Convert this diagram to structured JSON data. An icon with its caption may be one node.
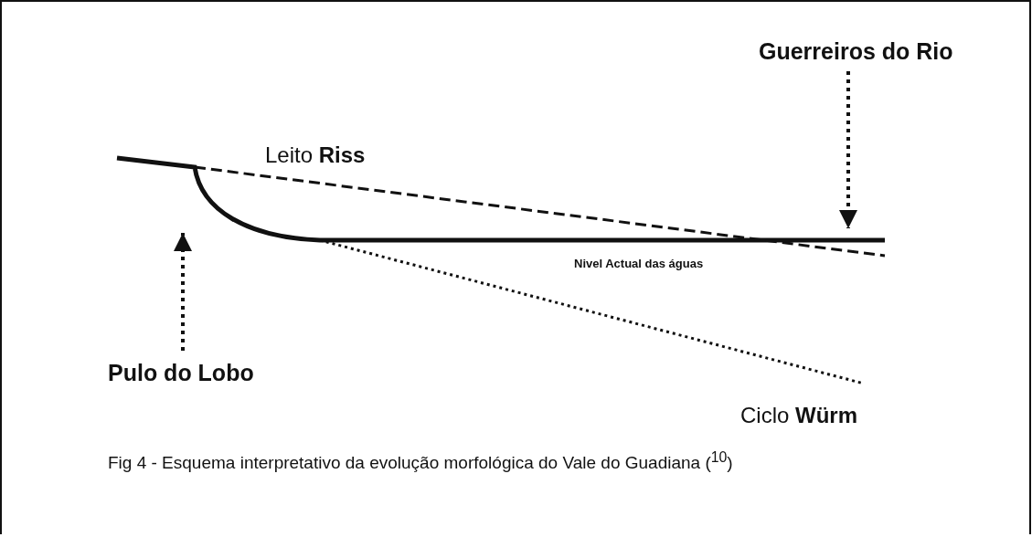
{
  "diagram": {
    "caption": "Fig 4 - Esquema interpretativo da evolução morfológica do Vale do Guadiana ($^{10}$)",
    "nodes": [
      {
        "text": [
          "Guerreiros do Rio"
        ]
      },
      {
        "text": [
          "Pulo do Lobo"
        ]
      }
    ],
    "edges": [
      {
        "from": 0,
        "to": null,
        "arrow": "to",
        "style": "dashed"
      },
      {
        "from": 1,
        "to": null,
        "arrow": "to",
        "style": "dashed"
      }
    ],
    "labels": [
      "Leito **Riss**",
      "Nivel Actual das águas",
      "Ciclo **Würm**"
    ]
  }
}
